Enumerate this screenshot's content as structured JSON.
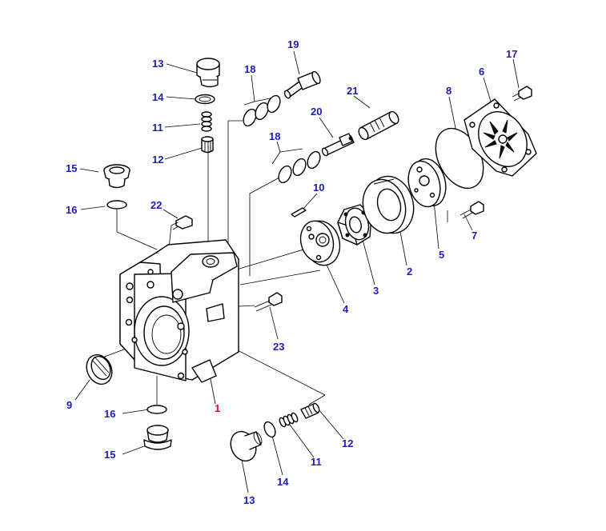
{
  "colors": {
    "callout": "#1c1cb8",
    "highlight": "#e0141c",
    "line": "#000000",
    "background": "#ffffff"
  },
  "callouts": {
    "c1": "1",
    "c2": "2",
    "c3": "3",
    "c4": "4",
    "c5": "5",
    "c6": "6",
    "c7": "7",
    "c8": "8",
    "c9": "9",
    "c10": "10",
    "c11_top": "11",
    "c11_bottom": "11",
    "c12_top": "12",
    "c12_bottom": "12",
    "c13_top": "13",
    "c13_bottom": "13",
    "c14_top": "14",
    "c14_bottom": "14",
    "c15_top": "15",
    "c15_bottom": "15",
    "c16_top": "16",
    "c16_bottom": "16",
    "c17": "17",
    "c18_upper": "18",
    "c18_lower": "18",
    "c19": "19",
    "c20": "20",
    "c21": "21",
    "c22": "22",
    "c23": "23"
  }
}
